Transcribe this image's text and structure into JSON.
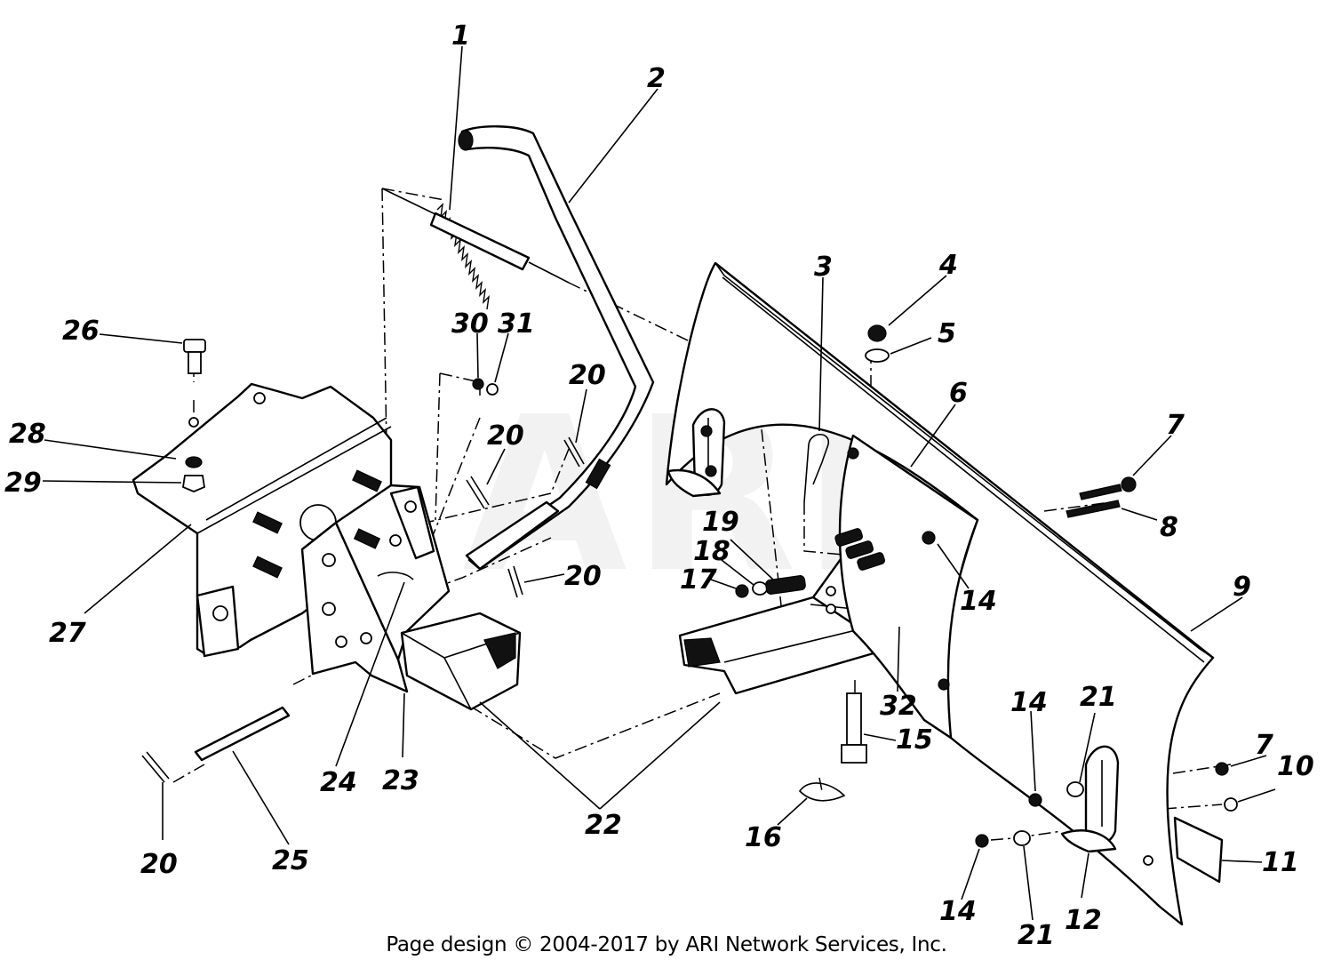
{
  "watermark": "ARI",
  "footer": "Page design © 2004-2017 by ARI Network Services, Inc.",
  "callouts": [
    {
      "id": "c1",
      "text": "1"
    },
    {
      "id": "c2",
      "text": "2"
    },
    {
      "id": "c3",
      "text": "3"
    },
    {
      "id": "c4",
      "text": "4"
    },
    {
      "id": "c5",
      "text": "5"
    },
    {
      "id": "c6",
      "text": "6"
    },
    {
      "id": "c7a",
      "text": "7"
    },
    {
      "id": "c8",
      "text": "8"
    },
    {
      "id": "c9",
      "text": "9"
    },
    {
      "id": "c7b",
      "text": "7"
    },
    {
      "id": "c10",
      "text": "10"
    },
    {
      "id": "c11",
      "text": "11"
    },
    {
      "id": "c12",
      "text": "12"
    },
    {
      "id": "c14a",
      "text": "14"
    },
    {
      "id": "c14b",
      "text": "14"
    },
    {
      "id": "c14c",
      "text": "14"
    },
    {
      "id": "c15",
      "text": "15"
    },
    {
      "id": "c16",
      "text": "16"
    },
    {
      "id": "c17",
      "text": "17"
    },
    {
      "id": "c18",
      "text": "18"
    },
    {
      "id": "c19",
      "text": "19"
    },
    {
      "id": "c20a",
      "text": "20"
    },
    {
      "id": "c20b",
      "text": "20"
    },
    {
      "id": "c20c",
      "text": "20"
    },
    {
      "id": "c20d",
      "text": "20"
    },
    {
      "id": "c21a",
      "text": "21"
    },
    {
      "id": "c21b",
      "text": "21"
    },
    {
      "id": "c22",
      "text": "22"
    },
    {
      "id": "c23",
      "text": "23"
    },
    {
      "id": "c24",
      "text": "24"
    },
    {
      "id": "c25",
      "text": "25"
    },
    {
      "id": "c26",
      "text": "26"
    },
    {
      "id": "c27",
      "text": "27"
    },
    {
      "id": "c28",
      "text": "28"
    },
    {
      "id": "c29",
      "text": "29"
    },
    {
      "id": "c30",
      "text": "30"
    },
    {
      "id": "c31",
      "text": "31"
    },
    {
      "id": "c32",
      "text": "32"
    }
  ]
}
